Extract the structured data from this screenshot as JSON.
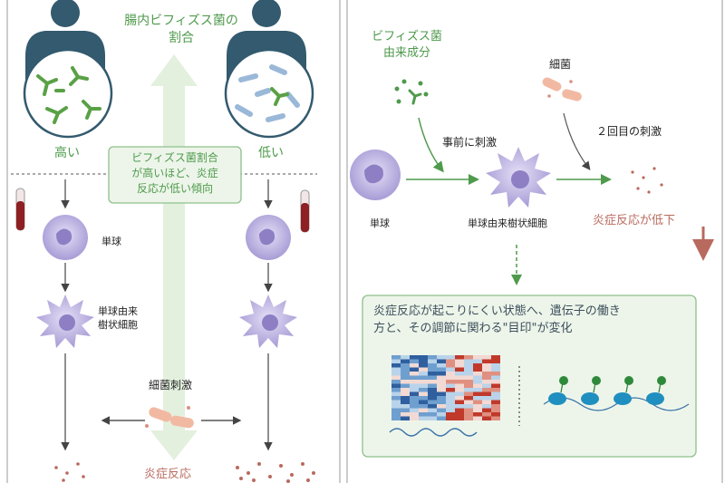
{
  "left": {
    "title": "腸内ビフィズス菌の\n割合",
    "high_label": "高い",
    "low_label": "低い",
    "callout": "ビフィズス菌割合\nが高いほど、炎症\n反応が低い傾向",
    "monocyte": "単球",
    "dendritic": "単球由来\n樹状細胞",
    "bacterial_stim": "細菌刺激",
    "inflammation": "炎症反応"
  },
  "right": {
    "bifido_component": "ビフィズス菌\n由来成分",
    "bacteria": "細菌",
    "pre_stim": "事前に刺激",
    "second_stim": "２回目の刺激",
    "monocyte": "単球",
    "dendritic": "単球由来樹状細胞",
    "inflammation_down": "炎症反応が低下",
    "box_text": "炎症反応が起こりにくい状態へ、遺伝子の働き\n方と、その調節に関わる\"目印\"が変化"
  },
  "colors": {
    "green": "#4f9a4c",
    "light_green": "#e3f0de",
    "red_text": "#b86a5e",
    "person": "#335a6e",
    "cell": "#b9aee0",
    "box_border": "#8ec08a"
  }
}
